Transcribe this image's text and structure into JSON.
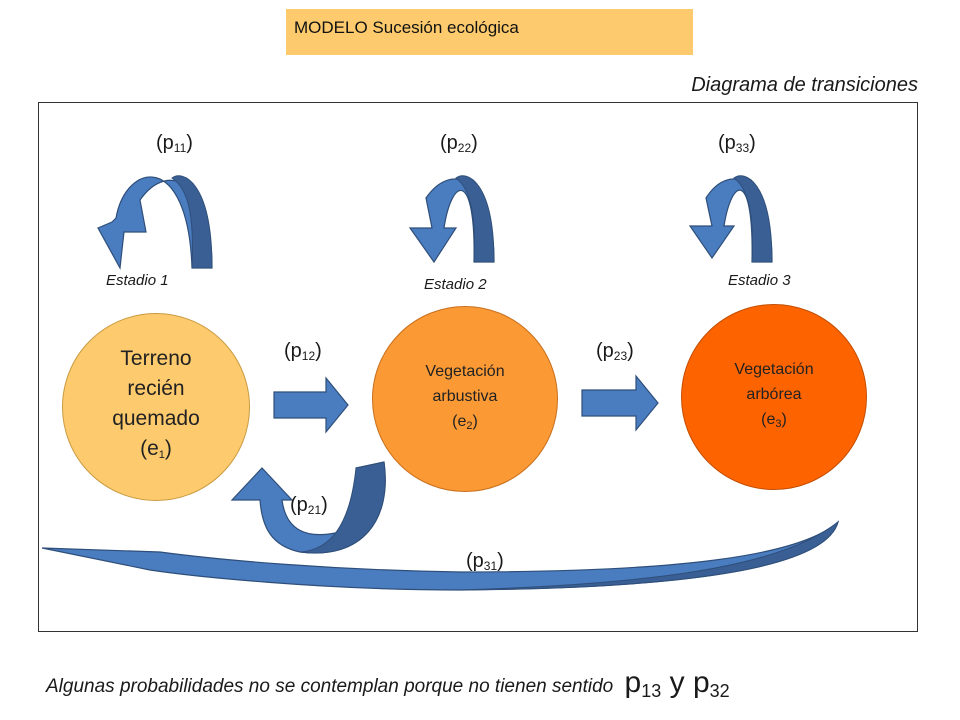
{
  "header": {
    "title": "MODELO Sucesión ecológica",
    "subtitle": "Diagrama de transiciones"
  },
  "colors": {
    "arrow_fill": "#4a7cc0",
    "arrow_dark": "#3a5f94",
    "state_1": "#fdcb6e",
    "state_2": "#fb9a35",
    "state_3": "#fd6400"
  },
  "states": [
    {
      "stage_label": "Estadio 1",
      "lines": [
        "Terreno",
        "recién",
        "quemado"
      ],
      "symbol": "e",
      "index": "1"
    },
    {
      "stage_label": "Estadio 2",
      "lines": [
        "Vegetación",
        "arbustiva"
      ],
      "symbol": "e",
      "index": "2"
    },
    {
      "stage_label": "Estadio 3",
      "lines": [
        "Vegetación",
        "arbórea"
      ],
      "symbol": "e",
      "index": "3"
    }
  ],
  "transitions": {
    "p11": {
      "symbol": "p",
      "index": "11"
    },
    "p22": {
      "symbol": "p",
      "index": "22"
    },
    "p33": {
      "symbol": "p",
      "index": "33"
    },
    "p12": {
      "symbol": "p",
      "index": "12"
    },
    "p23": {
      "symbol": "p",
      "index": "23"
    },
    "p21": {
      "symbol": "p",
      "index": "21"
    },
    "p31": {
      "symbol": "p",
      "index": "31"
    }
  },
  "footnote": {
    "text": "Algunas probabilidades no se contemplan porque no tienen sentido",
    "p_a": {
      "symbol": "p",
      "index": "13"
    },
    "conjunction": "y",
    "p_b": {
      "symbol": "p",
      "index": "32"
    }
  }
}
